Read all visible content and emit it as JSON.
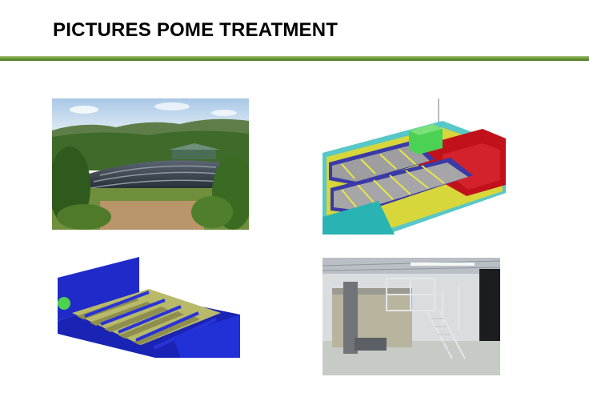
{
  "slide": {
    "title": "PICTURES POME TREATMENT"
  },
  "colors": {
    "rule_green": "#5a8a2c",
    "title_text": "#000000"
  },
  "pictures": [
    {
      "name": "pond-landscape-photo"
    },
    {
      "name": "plant-3d-layout-render"
    },
    {
      "name": "tank-module-3d-render"
    },
    {
      "name": "indoor-treatment-unit-photo"
    }
  ]
}
